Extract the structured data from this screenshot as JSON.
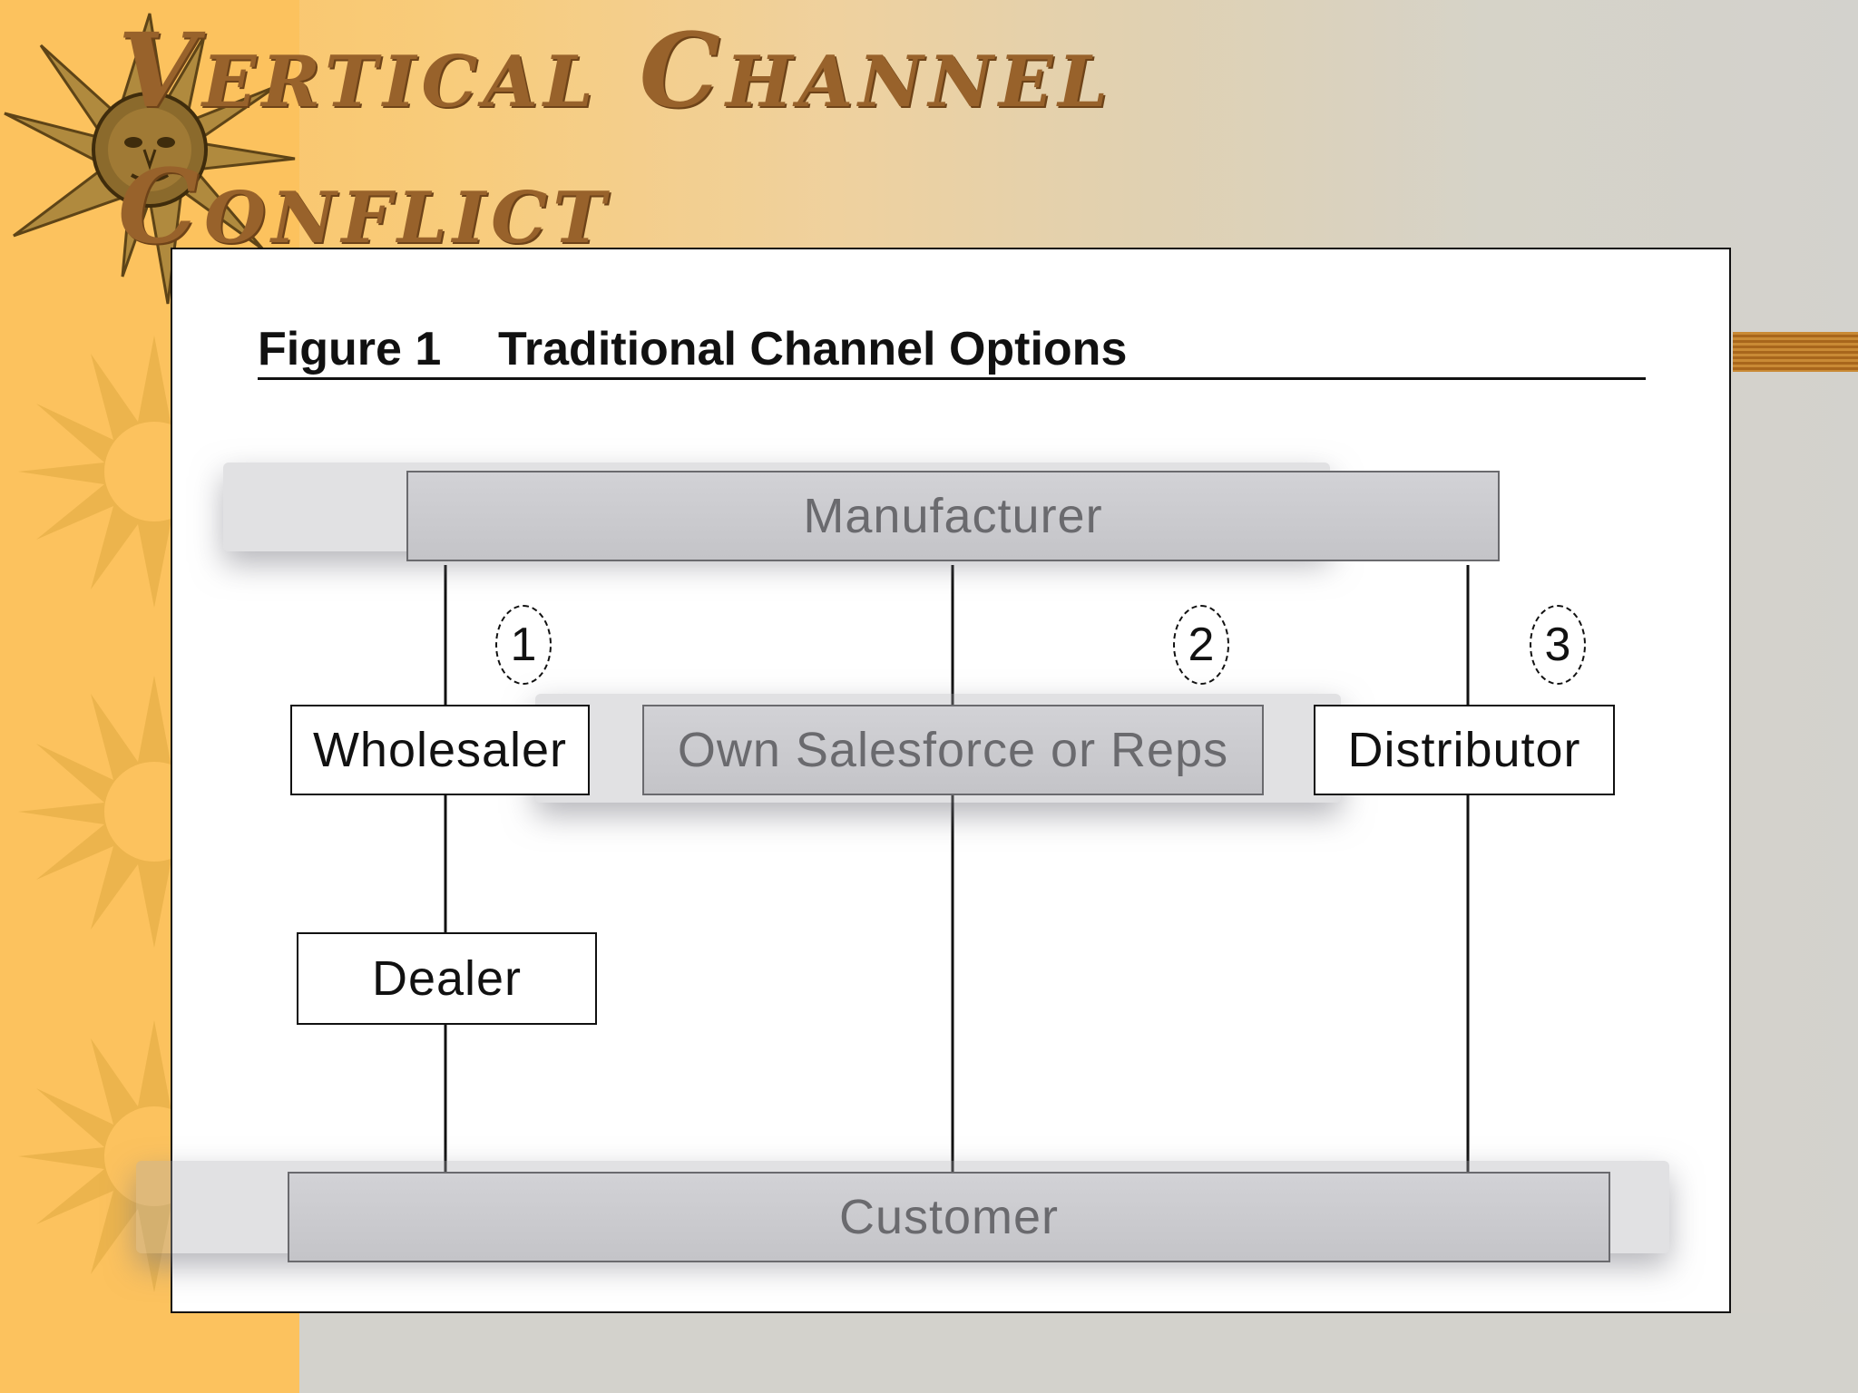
{
  "slide": {
    "title": "Vertical Channel Conflict"
  },
  "figure": {
    "label": "Figure 1",
    "title": "Traditional Channel Options"
  },
  "diagram": {
    "top_node": "Manufacturer",
    "bottom_node": "Customer",
    "channels": [
      {
        "number": "1",
        "intermediaries": [
          "Wholesaler",
          "Dealer"
        ]
      },
      {
        "number": "2",
        "intermediaries": [
          "Own Salesforce or Reps"
        ]
      },
      {
        "number": "3",
        "intermediaries": [
          "Distributor"
        ]
      }
    ]
  },
  "colors": {
    "title": "#98622b",
    "background_left": "#fcc25e",
    "highlight_box": "#c6c6ca",
    "accent_bar": "#b8782a"
  }
}
